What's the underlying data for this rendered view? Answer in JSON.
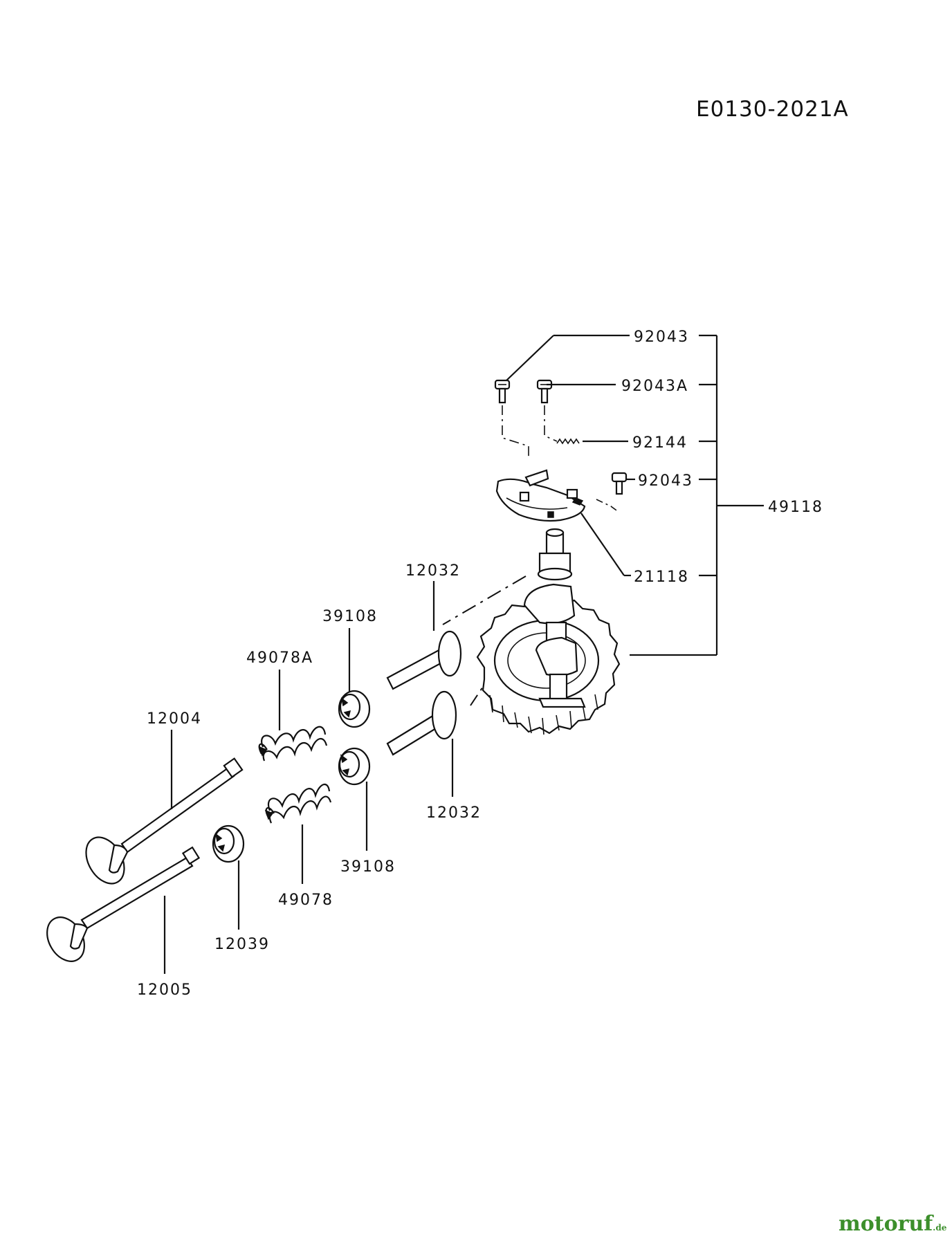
{
  "diagram_code": "E0130-2021A",
  "labels": {
    "p92043_top": "92043",
    "p92043A": "92043A",
    "p92144": "92144",
    "p92043_right": "92043",
    "p49118": "49118",
    "p21118": "21118",
    "p12032_upper": "12032",
    "p39108_upper": "39108",
    "p49078A": "49078A",
    "p12004": "12004",
    "p12032_lower": "12032",
    "p39108_lower": "39108",
    "p49078": "49078",
    "p12039": "12039",
    "p12005": "12005"
  },
  "watermark": {
    "brand": "motoruf",
    "tld": ".de"
  }
}
